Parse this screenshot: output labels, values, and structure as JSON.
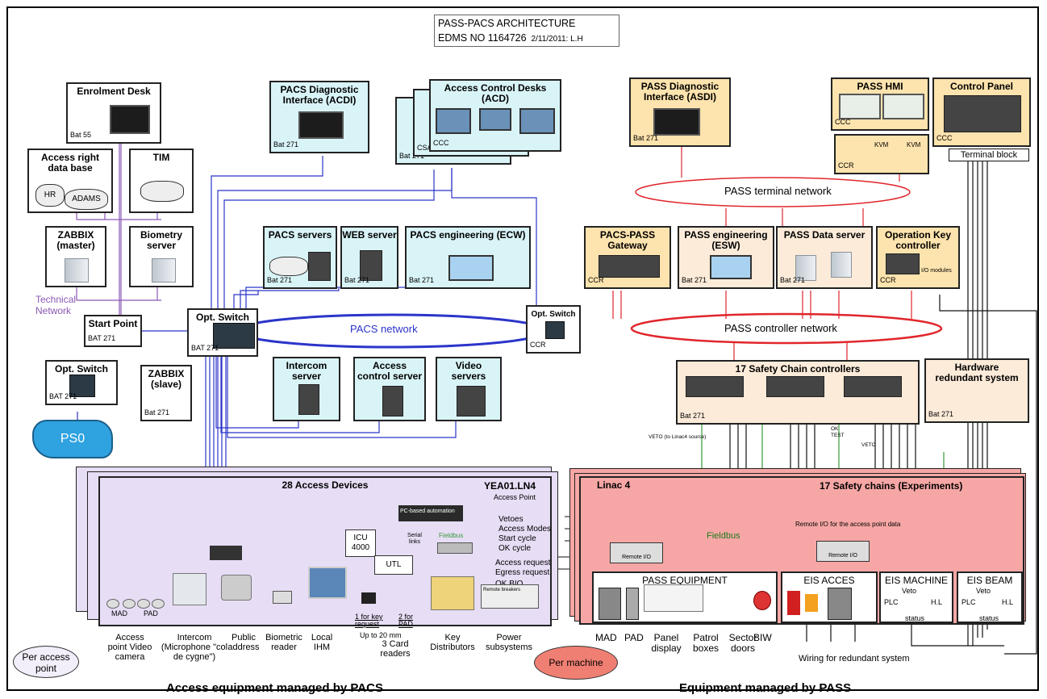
{
  "header": {
    "title": "PASS-PACS ARCHITECTURE",
    "edms": "EDMS NO 1164726",
    "date": "2/11/2011: L.H"
  },
  "left": {
    "enrolment": "Enrolment Desk",
    "bat55": "Bat 55",
    "access_db": "Access right data base",
    "hr": "HR",
    "adams": "ADAMS",
    "tim": "TIM",
    "zabbix_master": "ZABBIX (master)",
    "biometry": "Biometry server",
    "tech_network": "Technical Network",
    "start_point": "Start Point",
    "opt_switch": "Opt. Switch",
    "zabbix_slave": "ZABBIX (slave)",
    "ps0": "PS0",
    "bat271": "Bat 271",
    "bat271_caps": "BAT 271"
  },
  "pacs": {
    "diag": "PACS Diagnostic Interface (ACDI)",
    "acd": "Access Control Desks (ACD)",
    "csa": "CSA",
    "ccc": "CCC",
    "servers": "PACS servers",
    "web": "WEB server",
    "ecw": "PACS engineering (ECW)",
    "network": "PACS network",
    "ccr": "CCR",
    "intercom": "Intercom server",
    "access_ctrl": "Access control server",
    "video": "Video servers"
  },
  "pass": {
    "diag": "PASS Diagnostic Interface (ASDI)",
    "hmi": "PASS HMI",
    "control_panel": "Control Panel",
    "kvm": "KVM",
    "terminal_block": "Terminal block",
    "terminal_net": "PASS terminal network",
    "gateway": "PACS-PASS Gateway",
    "esw": "PASS engineering (ESW)",
    "data_server": "PASS Data server",
    "opkey": "Operation Key controller",
    "io_modules": "I/O modules",
    "controller_net": "PASS controller network",
    "safety": "17 Safety Chain controllers",
    "hw_redundant": "Hardware redundant system",
    "veto_linac": "VETO (to Linac4 source)",
    "ok_test": "OK TEST",
    "veto": "VETO"
  },
  "bottom_left": {
    "devices": "28 Access Devices",
    "yea": "YEA01.LN4",
    "access_point": "Access Point",
    "pc_auto": "PC-based automation",
    "icu": "ICU 4000",
    "serial": "Serial links",
    "fieldbus": "Fieldbus",
    "utl": "UTL",
    "vetoes": "Vetoes",
    "access_modes": "Access Modes",
    "start_cycle": "Start cycle",
    "ok_cycle": "OK cycle",
    "access_request": "Access request",
    "egress_request": "Egress request",
    "ok_bio": "OK BIO",
    "mad": "MAD",
    "pad": "PAD",
    "cam": "Access point Video camera",
    "intercom": "Intercom (Microphone \"col de cygne\")",
    "pa": "Public address",
    "bio": "Biometric reader",
    "ihm": "Local IHM",
    "key_req": "1 for key request",
    "pad_req": "2 for PAD",
    "up_to": "Up to 20 mm",
    "card": "3 Card readers",
    "key_dist": "Key Distributors",
    "remote_breakers": "Remote breakers",
    "power": "Power subsystems",
    "per_ap": "Per access point"
  },
  "bottom_right": {
    "linac": "Linac 4",
    "chains": "17 Safety chains (Experiments)",
    "fieldbus": "Fieldbus",
    "remote_ap": "Remote I/O for the access point data",
    "remote_io": "Remote I/O",
    "pass_eq": "PASS EQUIPMENT",
    "eis_acces": "EIS ACCES",
    "eis_machine": "EIS MACHINE",
    "eis_beam": "EIS BEAM",
    "veto": "Veto",
    "plc": "PLC",
    "hl": "H.L",
    "status": "status",
    "mad": "MAD",
    "pad": "PAD",
    "panel": "Panel display",
    "patrol": "Patrol boxes",
    "sector": "Sector doors",
    "biw": "BIW",
    "wiring": "Wiring for redundant system",
    "per_machine": "Per machine"
  },
  "footer": {
    "left": "Access equipment managed by PACS",
    "right": "Equipment managed by PASS"
  }
}
